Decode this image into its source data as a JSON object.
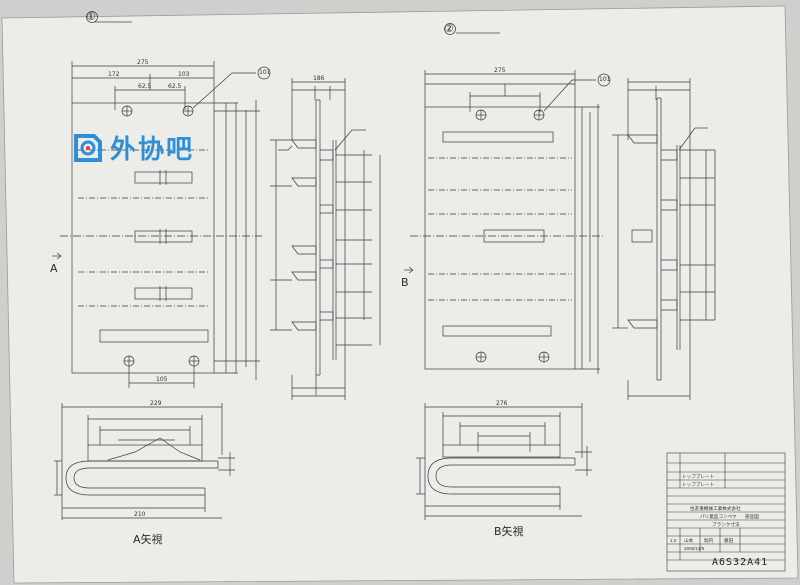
{
  "sheet": {
    "drawing_number": "A6S32A41",
    "scale": "1:2"
  },
  "views": {
    "circle_1": "①",
    "circle_2": "②",
    "balloon_left": "101",
    "balloon_right": "101",
    "view_a": "A矢視",
    "view_b": "B矢視",
    "arrow_a": "A",
    "arrow_b": "B"
  },
  "dimensions": {
    "left_top_total": "275",
    "left_top_sub1": "172",
    "left_top_sub2": "103",
    "left_hole_a": "62.5",
    "left_hole_b": "62.5",
    "right_top_total": "275",
    "left_bottom": "105",
    "left_bottom_total": "210",
    "side_top": "186",
    "left_bot_view_total": "229",
    "right_bot_view_total": "276"
  },
  "title_block": {
    "company": "住友重機械工業株式会社",
    "product": "パリ業品コンベヤ",
    "parts": "部品図",
    "rows": [
      "トップブレート",
      "トップブレート",
      "ブランク寸法"
    ],
    "date": "2006/11/9",
    "approvals": [
      "山本",
      "堀内",
      "藤田"
    ]
  },
  "watermark": {
    "text": "外协吧"
  }
}
